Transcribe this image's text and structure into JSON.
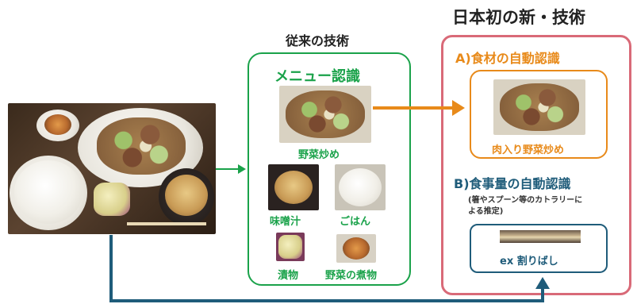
{
  "header": {
    "title": "日本初の新・技術"
  },
  "conventional": {
    "title": "従来の技術",
    "menu_title": "メニュー認識",
    "items": [
      {
        "label": "野菜炒め"
      },
      {
        "label": "味噌汁"
      },
      {
        "label": "ごはん"
      },
      {
        "label": "漬物"
      },
      {
        "label": "野菜の煮物"
      }
    ]
  },
  "newtech": {
    "a_title": "A)食材の自動認識",
    "a_item": "肉入り野菜炒め",
    "b_title": "B)食事量の自動認識",
    "b_sub1": "(箸やスプーン等のカトラリーに",
    "b_sub2": "よる推定)",
    "b_item": "ex 割りばし"
  },
  "colors": {
    "green": "#1aa24a",
    "orange": "#e88a1a",
    "pink": "#d96a78",
    "blue": "#1f5c7a"
  }
}
